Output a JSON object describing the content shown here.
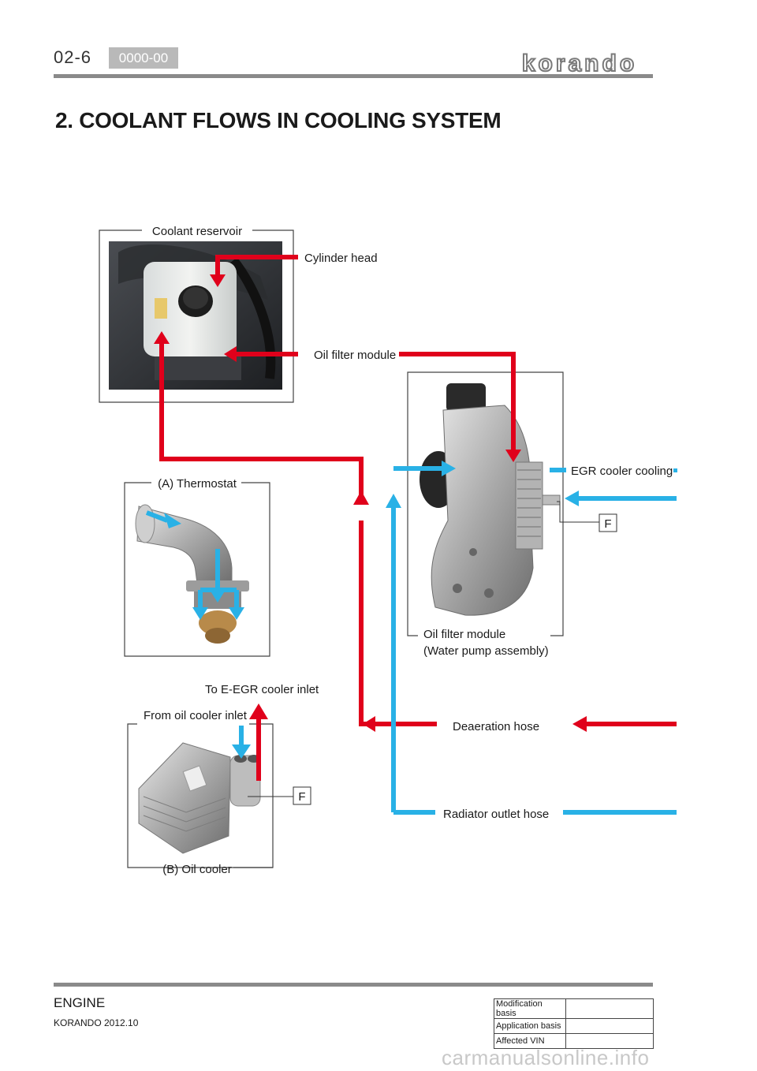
{
  "header": {
    "page_number": "02-6",
    "code_badge": "0000-00",
    "brand_logo_text": "korando",
    "title": "2. COOLANT FLOWS IN COOLING SYSTEM"
  },
  "diagram": {
    "boxes": {
      "coolant_reservoir": "Coolant reservoir",
      "thermostat": "(A) Thermostat",
      "oil_cooler": "(B) Oil cooler",
      "oil_filter_module_line1": "Oil filter module",
      "oil_filter_module_line2": "(Water pump assembly)"
    },
    "labels": {
      "cylinder_head": "Cylinder head",
      "oil_filter_module": "Oil filter module",
      "egr_cooler_cooling": "EGR cooler cooling",
      "to_eegr_cooler_inlet": "To E-EGR cooler inlet",
      "from_oil_cooler_inlet": "From oil cooler inlet",
      "deaeration_hose": "Deaeration hose",
      "radiator_outlet_hose": "Radiator outlet hose",
      "f_marker_upper": "F",
      "f_marker_lower": "F"
    },
    "colors": {
      "hot_flow": "#e0001b",
      "cold_flow": "#29b1e6",
      "frame": "#444444"
    }
  },
  "footer": {
    "section": "ENGINE",
    "model": "KORANDO 2012.10",
    "table": [
      {
        "label": "Modification basis",
        "value": ""
      },
      {
        "label": "Application basis",
        "value": ""
      },
      {
        "label": "Affected VIN",
        "value": ""
      }
    ],
    "watermark": "carmanualsonline.info"
  }
}
